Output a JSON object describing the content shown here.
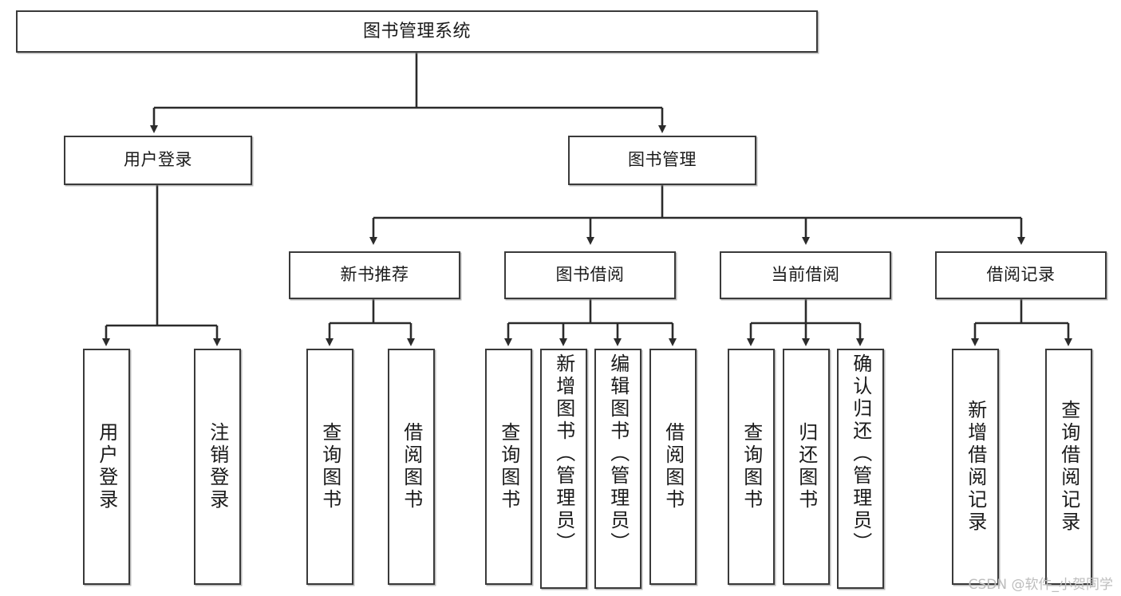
{
  "diagram": {
    "type": "tree-hierarchy",
    "title": "图书管理系统",
    "watermark": "CSDN @软件_小贺同学",
    "colors": {
      "box_border": "#3a3a3a",
      "box_fill": "#ffffff",
      "connector": "#2b2b2b",
      "watermark": "#bdbdbd",
      "background": "#ffffff"
    },
    "nodes": {
      "root": {
        "label": "图书管理系统"
      },
      "level2": [
        {
          "label": "用户登录"
        },
        {
          "label": "图书管理"
        }
      ],
      "level3": [
        {
          "label": "新书推荐"
        },
        {
          "label": "图书借阅"
        },
        {
          "label": "当前借阅"
        },
        {
          "label": "借阅记录"
        }
      ],
      "leaves": {
        "user_login": [
          {
            "label": "用户登录"
          },
          {
            "label": "注销登录"
          }
        ],
        "new_book_recommend": [
          {
            "label": "查询图书"
          },
          {
            "label": "借阅图书"
          }
        ],
        "book_borrow": [
          {
            "label": "查询图书"
          },
          {
            "label": "新增图书（管理员）"
          },
          {
            "label": "编辑图书（管理员）"
          },
          {
            "label": "借阅图书"
          }
        ],
        "current_borrow": [
          {
            "label": "查询图书"
          },
          {
            "label": "归还图书"
          },
          {
            "label": "确认归还（管理员）"
          }
        ],
        "borrow_record": [
          {
            "label": "新增借阅记录"
          },
          {
            "label": "查询借阅记录"
          }
        ]
      }
    }
  }
}
